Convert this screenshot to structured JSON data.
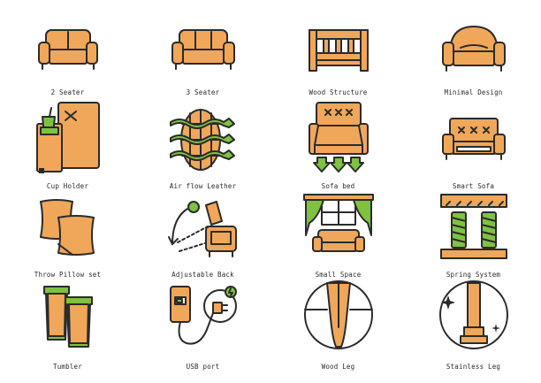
{
  "icons": [
    {
      "label": "2 Seater",
      "icon": "two-seater-sofa-icon"
    },
    {
      "label": "3 Seater",
      "icon": "three-seater-sofa-icon"
    },
    {
      "label": "Wood Structure",
      "icon": "wood-structure-icon"
    },
    {
      "label": "Minimal Design",
      "icon": "minimal-design-sofa-icon"
    },
    {
      "label": "Cup Holder",
      "icon": "cup-holder-icon"
    },
    {
      "label": "Air flow Leather",
      "icon": "air-flow-leather-icon"
    },
    {
      "label": "Sofa bed",
      "icon": "sofa-bed-icon"
    },
    {
      "label": "Smart Sofa",
      "icon": "smart-sofa-icon"
    },
    {
      "label": "Throw Pillow set",
      "icon": "throw-pillow-icon"
    },
    {
      "label": "Adjustable Back",
      "icon": "adjustable-back-icon"
    },
    {
      "label": "Small Space",
      "icon": "small-space-icon"
    },
    {
      "label": "Spring System",
      "icon": "spring-system-icon"
    },
    {
      "label": "Tumbler",
      "icon": "tumbler-icon"
    },
    {
      "label": "USB port",
      "icon": "usb-port-icon"
    },
    {
      "label": "Wood Leg",
      "icon": "wood-leg-icon"
    },
    {
      "label": "Stainless Leg",
      "icon": "stainless-leg-icon"
    }
  ],
  "colors": {
    "orange": "#f0a75a",
    "green": "#7fc241",
    "outline": "#2b2b2b"
  }
}
